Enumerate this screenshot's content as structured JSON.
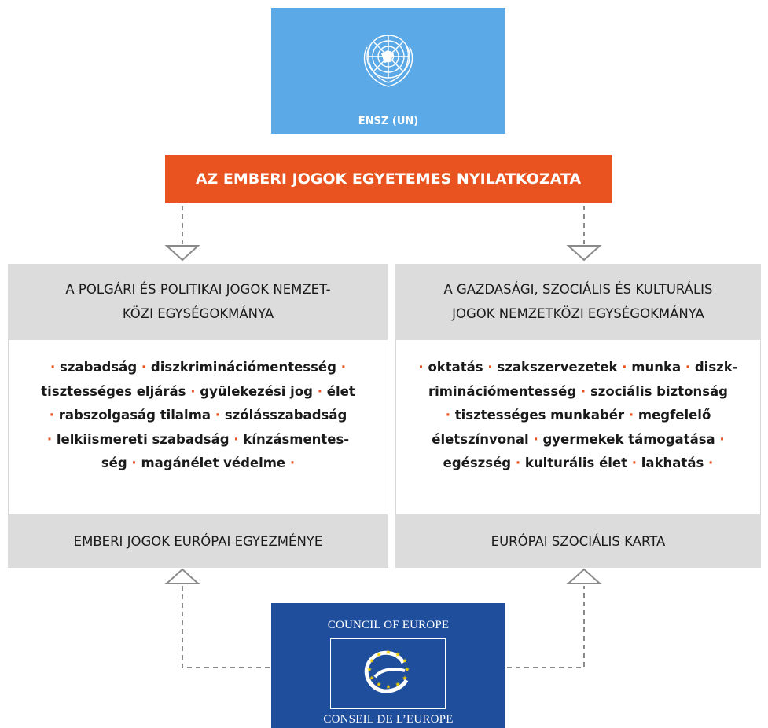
{
  "un": {
    "label": "ENSZ (UN)",
    "color": "#5ba9e6",
    "emblem_icon": "un-emblem-icon"
  },
  "udhr": {
    "title": "AZ EMBERI JOGOK EGYETEMES NYILATKOZATA",
    "color": "#e8531f"
  },
  "left": {
    "header_line1": "A POLGÁRI ÉS POLITIKAI JOGOK NEMZET-",
    "header_line2": "KÖZI EGYSÉGOKMÁNYA",
    "rights": [
      "szabadság",
      "diszkriminációmentesség",
      "tisztességes eljárás",
      "gyülekezési jog",
      "élet",
      "rabszolgaság tilalma",
      "szólásszabadság",
      "lelkiismereti szabadság",
      "kínzásmentes-",
      "ség",
      "magánélet védelme"
    ],
    "footer": "EMBERI JOGOK EURÓPAI EGYEZMÉNYE"
  },
  "right": {
    "header_line1": "A GAZDASÁGI, SZOCIÁLIS ÉS KULTURÁLIS",
    "header_line2": "JOGOK NEMZETKÖZI EGYSÉGOKMÁNYA",
    "rights": [
      "oktatás",
      "szakszervezetek",
      "munka",
      "diszk-",
      "riminációmentesség",
      "szociális biztonság",
      "tisztességes munkabér",
      "megfelelő",
      "életszínvonal",
      "gyermekek támogatása",
      "egészség",
      "kulturális élet",
      "lakhatás"
    ],
    "footer": "EURÓPAI SZOCIÁLIS KARTA"
  },
  "coe": {
    "label_top": "COUNCIL OF EUROPE",
    "label_bottom": "CONSEIL DE L’EUROPE",
    "color": "#1f4e9c",
    "emblem_icon": "coe-emblem-icon"
  },
  "colors": {
    "bullet": "#e8531f",
    "panel_gray": "#dcdcdc",
    "connector": "#8a8a8a"
  }
}
